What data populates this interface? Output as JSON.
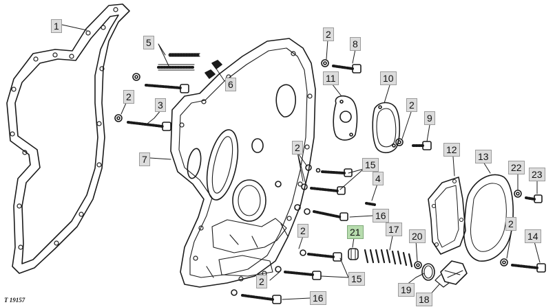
{
  "figure_ref": "T 19157",
  "callouts": [
    {
      "key": "c1",
      "label": "1"
    },
    {
      "key": "c5",
      "label": "5"
    },
    {
      "key": "c6",
      "label": "6"
    },
    {
      "key": "c2a",
      "label": "2"
    },
    {
      "key": "c3",
      "label": "3"
    },
    {
      "key": "c7",
      "label": "7"
    },
    {
      "key": "c2b",
      "label": "2"
    },
    {
      "key": "c8",
      "label": "8"
    },
    {
      "key": "c11",
      "label": "11"
    },
    {
      "key": "c10",
      "label": "10"
    },
    {
      "key": "c2c",
      "label": "2"
    },
    {
      "key": "c9",
      "label": "9"
    },
    {
      "key": "c2d",
      "label": "2"
    },
    {
      "key": "c15a",
      "label": "15"
    },
    {
      "key": "c4",
      "label": "4"
    },
    {
      "key": "c16a",
      "label": "16"
    },
    {
      "key": "c21",
      "label": "21"
    },
    {
      "key": "c17",
      "label": "17"
    },
    {
      "key": "c2e",
      "label": "2"
    },
    {
      "key": "c20",
      "label": "20"
    },
    {
      "key": "c12",
      "label": "12"
    },
    {
      "key": "c13",
      "label": "13"
    },
    {
      "key": "c22",
      "label": "22"
    },
    {
      "key": "c23",
      "label": "23"
    },
    {
      "key": "c2f",
      "label": "2"
    },
    {
      "key": "c14",
      "label": "14"
    },
    {
      "key": "c2g",
      "label": "2"
    },
    {
      "key": "c15b",
      "label": "15"
    },
    {
      "key": "c19",
      "label": "19"
    },
    {
      "key": "c18",
      "label": "18"
    },
    {
      "key": "c16b",
      "label": "16"
    }
  ],
  "highlight_color": "#b7dcae"
}
